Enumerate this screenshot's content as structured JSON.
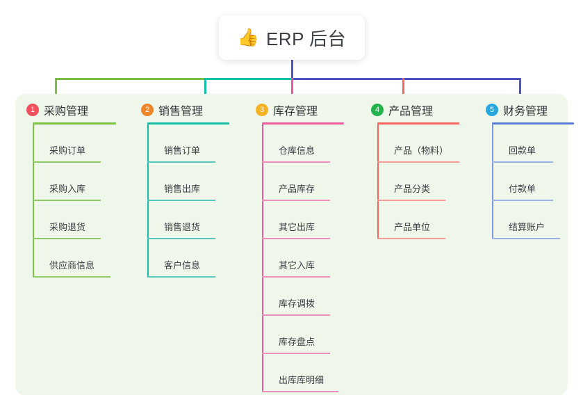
{
  "root": {
    "icon": "thumbs-up-icon",
    "icon_glyph": "👍",
    "title": "ERP 后台"
  },
  "panel": {
    "background_color": "#eef7ea"
  },
  "connector_colors": {
    "trunk": "#4e57c4",
    "branch1": "#7ac143",
    "branch2": "#15bfa5",
    "branch3": "#ea5b9e",
    "branch4": "#f4665f",
    "branch5": "#4e57c4"
  },
  "columns": [
    {
      "index": "1",
      "title": "采购管理",
      "badge_color": "#f1505f",
      "line_color": "#7ac143",
      "rule_width": 120,
      "items": [
        {
          "label": "采购订单",
          "rule_width": 98
        },
        {
          "label": "采购入库",
          "rule_width": 98
        },
        {
          "label": "采购退货",
          "rule_width": 98
        },
        {
          "label": "供应商信息",
          "rule_width": 112
        }
      ]
    },
    {
      "index": "2",
      "title": "销售管理",
      "badge_color": "#f0862c",
      "line_color": "#15bfa5",
      "rule_width": 118,
      "items": [
        {
          "label": "销售订单",
          "rule_width": 98
        },
        {
          "label": "销售出库",
          "rule_width": 98
        },
        {
          "label": "销售退货",
          "rule_width": 98
        },
        {
          "label": "客户信息",
          "rule_width": 98
        }
      ]
    },
    {
      "index": "3",
      "title": "库存管理",
      "badge_color": "#f5b324",
      "line_color": "#ea5b9e",
      "rule_width": 118,
      "items": [
        {
          "label": "仓库信息",
          "rule_width": 98
        },
        {
          "label": "产品库存",
          "rule_width": 98
        },
        {
          "label": "其它出库",
          "rule_width": 98
        },
        {
          "label": "其它入库",
          "rule_width": 98
        },
        {
          "label": "库存调拨",
          "rule_width": 98
        },
        {
          "label": "库存盘点",
          "rule_width": 98
        },
        {
          "label": "出库库明细",
          "rule_width": 110
        }
      ]
    },
    {
      "index": "4",
      "title": "产品管理",
      "badge_color": "#22b14c",
      "line_color": "#f4665f",
      "rule_width": 118,
      "items": [
        {
          "label": "产品（物料）",
          "rule_width": 118
        },
        {
          "label": "产品分类",
          "rule_width": 98
        },
        {
          "label": "产品单位",
          "rule_width": 98
        }
      ]
    },
    {
      "index": "5",
      "title": "财务管理",
      "badge_color": "#25a8e0",
      "line_color": "#5b7fd4",
      "rule_width": 118,
      "items": [
        {
          "label": "回款单",
          "rule_width": 88
        },
        {
          "label": "付款单",
          "rule_width": 88
        },
        {
          "label": "结算账户",
          "rule_width": 98
        }
      ]
    }
  ]
}
